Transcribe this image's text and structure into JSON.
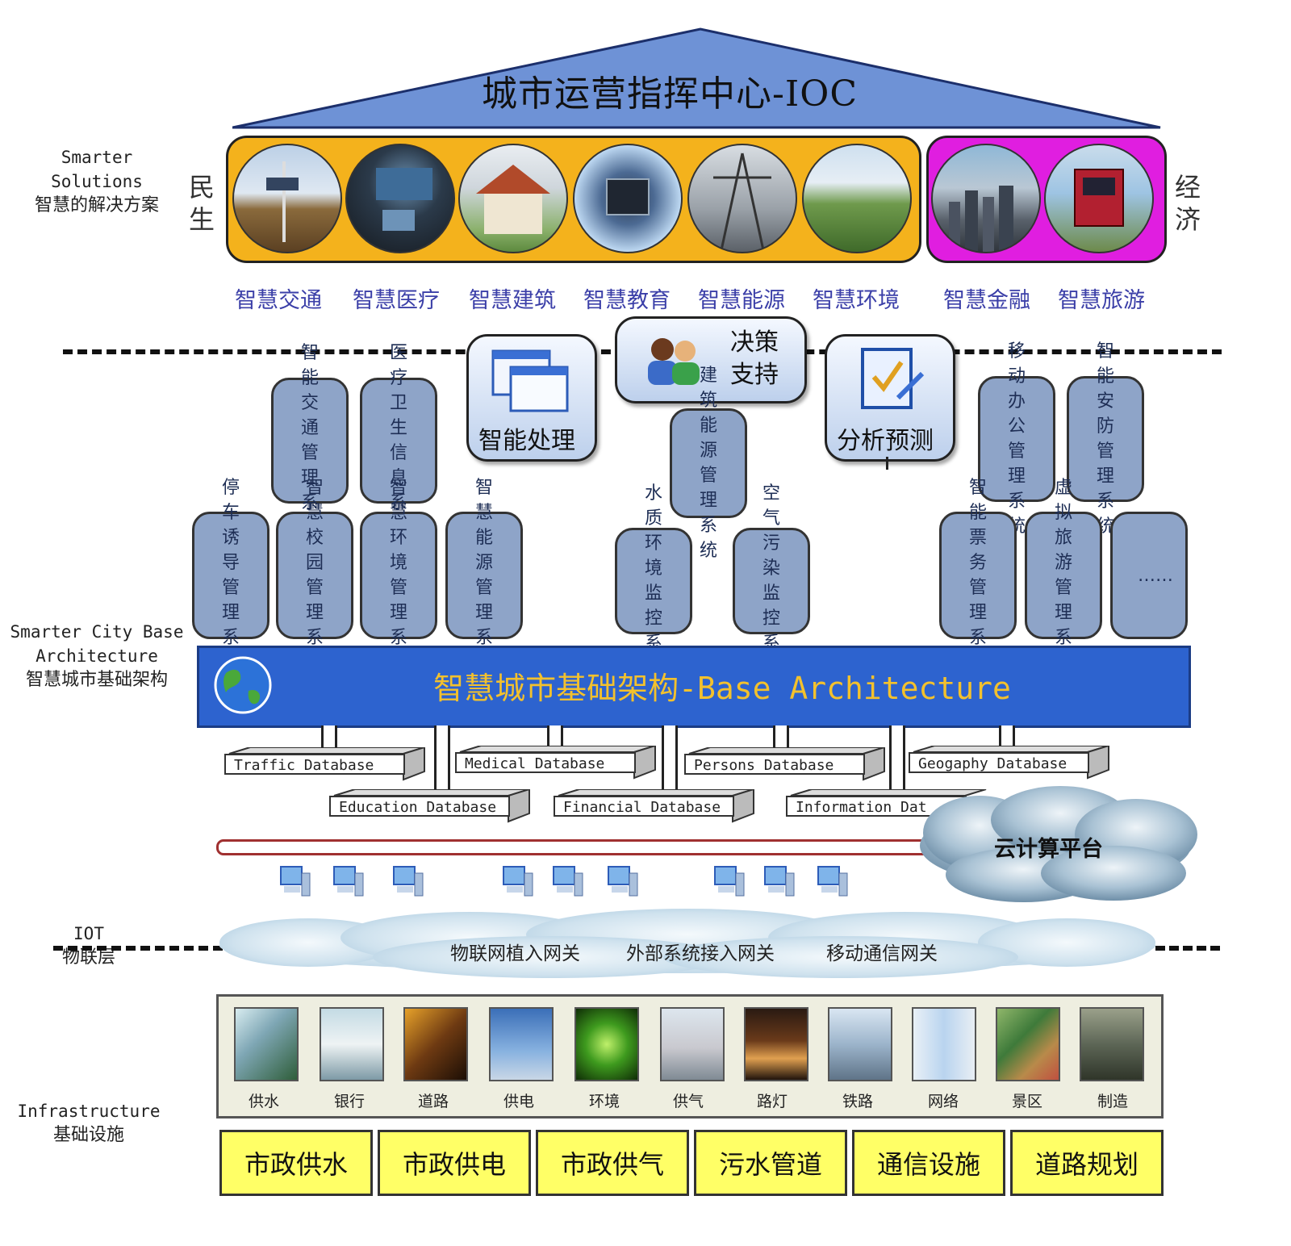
{
  "title": "城市运营指挥中心-IOC",
  "layers": {
    "solutions": {
      "en": "Smarter Solutions",
      "cn": "智慧的解决方案"
    },
    "base": {
      "en": "Smarter City Base Architecture",
      "cn": "智慧城市基础架构"
    },
    "iot": {
      "en": "IOT",
      "cn": "物联层"
    },
    "infrastructure": {
      "en": "Infrastructure",
      "cn": "基础设施"
    }
  },
  "side_labels": {
    "left": "民生",
    "right": "经济"
  },
  "solutions": [
    "智慧交通",
    "智慧医疗",
    "智慧建筑",
    "智慧教育",
    "智慧能源",
    "智慧环境",
    "智慧金融",
    "智慧旅游"
  ],
  "features": {
    "processing": "智能处理",
    "decision": "决策支持",
    "analysis": "分析预测"
  },
  "systems": {
    "s1": "智能交通管理系统",
    "s2": "医疗卫生信息系统",
    "s3": "建筑能源管理系统",
    "s4": "移动办公管理系统",
    "s5": "智能安防管理系统",
    "s6": "停车诱导管理系统",
    "s7": "智慧校园管理系统",
    "s8": "智慧环境管理系统",
    "s9": "智慧能源管理系统",
    "s10": "水质环境监控系统",
    "s11": "空气污染监控系统",
    "s12": "智能票务管理系统",
    "s13": "虚拟旅游管理系统",
    "s14": "……"
  },
  "base_title": "智慧城市基础架构-Base Architecture",
  "databases": {
    "traffic": "Traffic Database",
    "medical": "Medical Database",
    "persons": "Persons Database",
    "geography": "Geogaphy Database",
    "education": "Education Database",
    "financial": "Financial Database",
    "information": "Information Dat"
  },
  "cloud": "云计算平台",
  "gateways": [
    "物联网植入网关",
    "外部系统接入网关",
    "移动通信网关"
  ],
  "infrastructure_items": [
    "供水",
    "银行",
    "道路",
    "供电",
    "环境",
    "供气",
    "路灯",
    "铁路",
    "网络",
    "景区",
    "制造"
  ],
  "utilities": [
    "市政供水",
    "市政供电",
    "市政供气",
    "污水管道",
    "通信设施",
    "道路规划"
  ],
  "colors": {
    "people_band": "#f4b21c",
    "economy_band": "#e01ee0",
    "base_bar": "#2d63cf",
    "base_text": "#f3c12d",
    "system_box": "#8ea4c8",
    "utility": "#ffff66"
  }
}
